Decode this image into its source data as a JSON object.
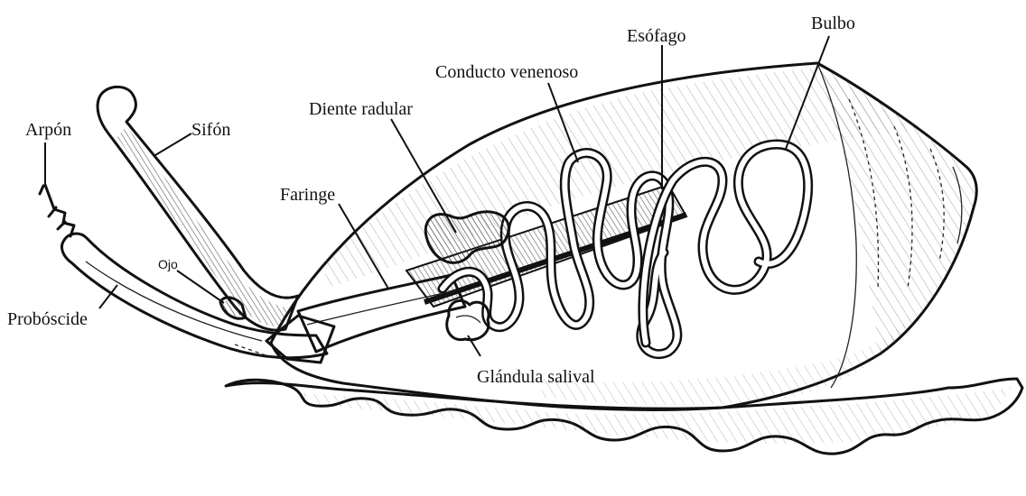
{
  "diagram": {
    "labels": {
      "arpon": "Arpón",
      "sifon": "Sifón",
      "ojo": "Ojo",
      "proboscide": "Probóscide",
      "faringe": "Faringe",
      "diente_radular": "Diente radular",
      "conducto_venenoso": "Conducto venenoso",
      "esofago": "Esófago",
      "bulbo": "Bulbo",
      "glandula_salival": "Glándula salival"
    },
    "colors": {
      "ink": "#111111",
      "background": "#ffffff",
      "hatching": "#555555"
    }
  }
}
